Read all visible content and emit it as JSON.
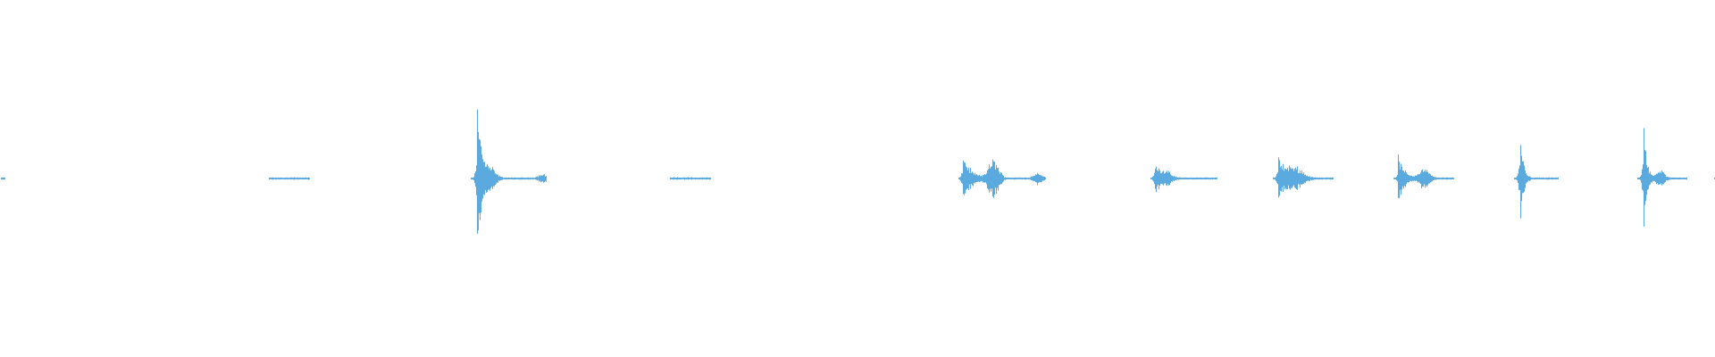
{
  "waveform": {
    "color": "#5aaae0",
    "background": "#ffffff",
    "baseline": 0.5,
    "peak_scale": 0.5,
    "bursts": [
      {
        "t": 0.0006,
        "amp": 0.006,
        "tail": 0.0015,
        "decay": 0.3,
        "bumps": [],
        "dotted": false
      },
      {
        "t": 0.16,
        "amp": 0.008,
        "tail": 0.02,
        "decay": 0.2,
        "bumps": [],
        "dotted": true
      },
      {
        "t": 0.278,
        "amp": 0.5,
        "tail": 0.04,
        "decay": 0.06,
        "bumps": [
          {
            "at": 0.008,
            "amp": 0.05,
            "w": 0.004
          },
          {
            "at": 0.038,
            "amp": 0.02,
            "w": 0.003
          }
        ],
        "dotted": false
      },
      {
        "t": 0.394,
        "amp": 0.008,
        "tail": 0.02,
        "decay": 0.2,
        "bumps": [],
        "dotted": true
      },
      {
        "t": 0.561,
        "amp": 0.14,
        "tail": 0.048,
        "decay": 0.1,
        "bumps": [
          {
            "at": 0.018,
            "amp": 0.1,
            "w": 0.004
          },
          {
            "at": 0.044,
            "amp": 0.03,
            "w": 0.003
          }
        ],
        "dotted": false
      },
      {
        "t": 0.673,
        "amp": 0.105,
        "tail": 0.036,
        "decay": 0.1,
        "bumps": [
          {
            "at": 0.007,
            "amp": 0.03,
            "w": 0.004
          }
        ],
        "dotted": false
      },
      {
        "t": 0.745,
        "amp": 0.14,
        "tail": 0.032,
        "decay": 0.12,
        "bumps": [
          {
            "at": 0.01,
            "amp": 0.06,
            "w": 0.006
          }
        ],
        "dotted": false
      },
      {
        "t": 0.815,
        "amp": 0.13,
        "tail": 0.032,
        "decay": 0.12,
        "bumps": [
          {
            "at": 0.015,
            "amp": 0.05,
            "w": 0.004
          }
        ],
        "dotted": false
      },
      {
        "t": 0.886,
        "amp": 0.33,
        "tail": 0.022,
        "decay": 0.08,
        "bumps": [],
        "dotted": false
      },
      {
        "t": 0.958,
        "amp": 0.4,
        "tail": 0.025,
        "decay": 0.07,
        "bumps": [
          {
            "at": 0.01,
            "amp": 0.04,
            "w": 0.003
          }
        ],
        "dotted": false
      },
      {
        "t": 0.999,
        "amp": 0.004,
        "tail": 0.001,
        "decay": 0.3,
        "bumps": [],
        "dotted": false
      }
    ]
  }
}
